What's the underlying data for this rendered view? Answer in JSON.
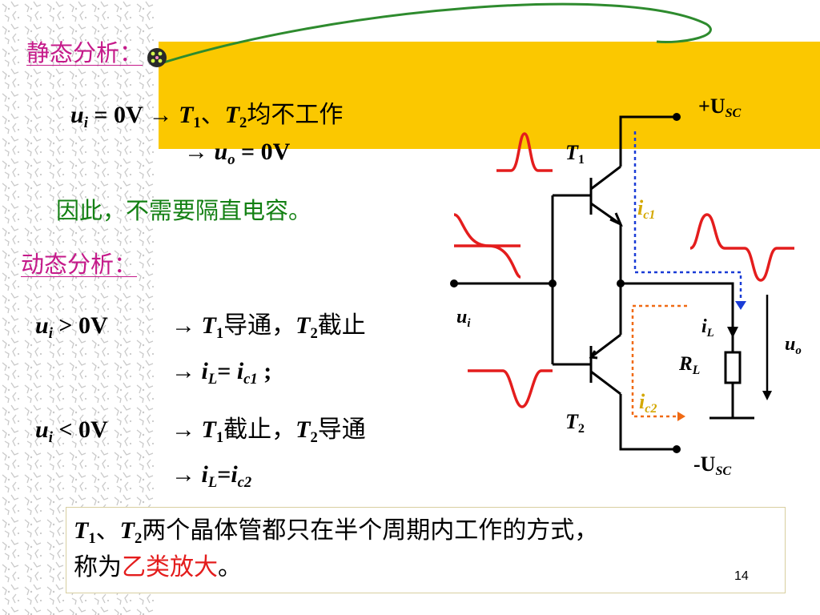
{
  "static": {
    "heading": "静态分析",
    "heading_colon": "：",
    "line1": {
      "u": "u",
      "u_sub": "i",
      "eq": " = 0V  → ",
      "T1": "T",
      "T1_sub": "1",
      "sep": "、",
      "T2": "T",
      "T2_sub": "2",
      "tail": "均不工作"
    },
    "line2": {
      "arrow": "→  ",
      "u": "u",
      "u_sub": "o",
      "eq": " = 0V"
    },
    "conclusion": "因此，不需要隔直电容。"
  },
  "dynamic": {
    "heading": "动态分析：",
    "pos": {
      "u": "u",
      "u_sub": "i",
      "cond": " >  0V",
      "arrow": "→  ",
      "T1": "T",
      "T1_sub": "1",
      "t1_state": "导通，",
      "T2": "T",
      "T2_sub": "2",
      "t2_state": "截止",
      "arrow2": "→  ",
      "iL": "i",
      "iL_sub": "L",
      "eq": "= ",
      "ic": "i",
      "ic_sub": "c1",
      "end": " ;"
    },
    "neg": {
      "u": "u",
      "u_sub": "i",
      "cond": " <  0V",
      "arrow": "→   ",
      "T1": "T",
      "T1_sub": "1",
      "t1_state": "截止，",
      "T2": "T",
      "T2_sub": "2",
      "t2_state": "导通",
      "arrow2": "→  ",
      "iL": "i",
      "iL_sub": "L",
      "eq": "=",
      "ic": "i",
      "ic_sub": "c2"
    }
  },
  "circuit": {
    "vcc_prefix": "+U",
    "vcc_sub": "SC",
    "vee_prefix": "-U",
    "vee_sub": "SC",
    "T1": "T",
    "T1_sub": "1",
    "T2": "T",
    "T2_sub": "2",
    "ic1": "i",
    "ic1_sub": "c1",
    "ic2": "i",
    "ic2_sub": "c2",
    "ui": "u",
    "ui_sub": "i",
    "iL": "i",
    "iL_sub": "L",
    "RL": "R",
    "RL_sub": "L",
    "uo": "u",
    "uo_sub": "o"
  },
  "summary": {
    "T1": "T",
    "T1_sub": "1",
    "sep": "、",
    "T2": "T",
    "T2_sub": "2",
    "text": "两个晶体管都只在半个周期内工作的方式，",
    "line2_prefix": "称为",
    "highlight": "乙类放大",
    "line2_suffix": "。"
  },
  "page_number": "14",
  "colors": {
    "band": "#fbc800",
    "heading": "#c51a8a",
    "green_text": "#138013",
    "signal_red": "#e41d1d",
    "ic1_current": "#1a3cd6",
    "ic2_current": "#f06a14",
    "ic_label": "#d4a800"
  }
}
